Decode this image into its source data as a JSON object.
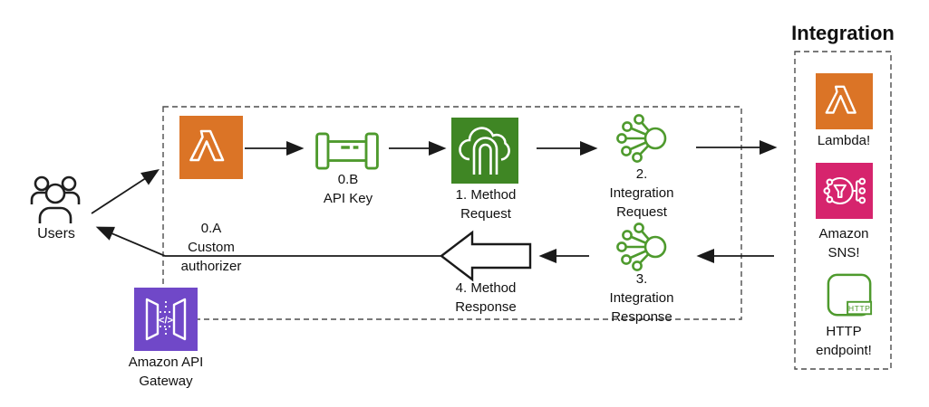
{
  "title": {
    "integration_heading": "Integration"
  },
  "nodes": {
    "users": {
      "label": "Users"
    },
    "custom_authorizer": {
      "lines": [
        "0.A",
        "Custom",
        "authorizer"
      ]
    },
    "api_key": {
      "lines": [
        "0.B",
        "API Key"
      ]
    },
    "method_request": {
      "lines": [
        "1. Method",
        "Request"
      ]
    },
    "integration_request": {
      "lines": [
        "2.",
        "Integration",
        "Request"
      ]
    },
    "integration_response": {
      "lines": [
        "3.",
        "Integration",
        "Response"
      ]
    },
    "method_response": {
      "lines": [
        "4. Method",
        "Response"
      ]
    },
    "api_gateway": {
      "lines": [
        "Amazon API",
        "Gateway"
      ]
    },
    "lambda": {
      "label": "Lambda!"
    },
    "sns": {
      "lines": [
        "Amazon",
        "SNS!"
      ]
    },
    "http_endpoint": {
      "lines": [
        "HTTP",
        "endpoint!"
      ],
      "icon_text": "HTTP"
    }
  },
  "colors": {
    "lambda_orange": "#DB7426",
    "api_gateway_green": "#3F8624",
    "outline_green": "#4E9A2D",
    "sns_pink": "#D6246D",
    "api_gateway_purple": "#7048C8",
    "arrow_black": "#1A1A1A",
    "dashed_border_gray": "#4D4D4D"
  }
}
